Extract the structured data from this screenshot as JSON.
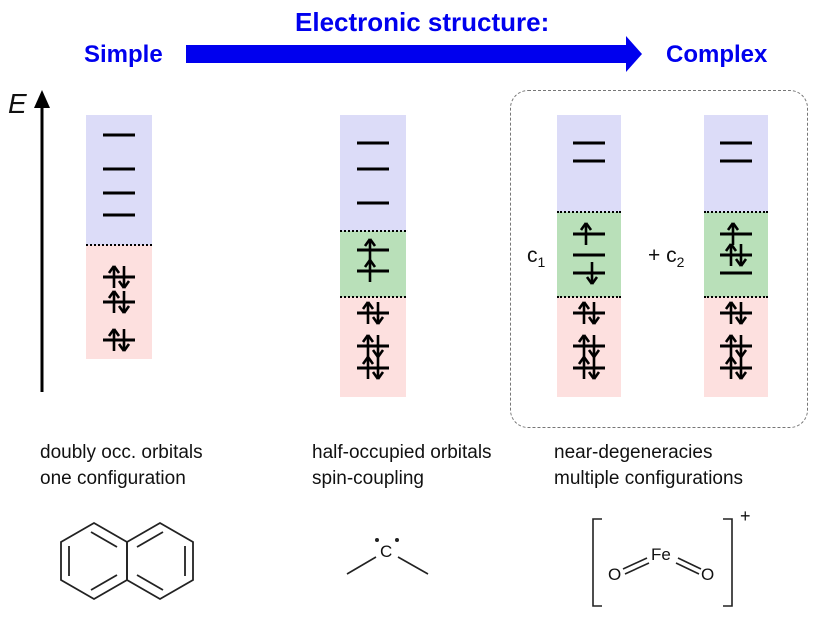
{
  "header": {
    "title": "Electronic structure:",
    "left_label": "Simple",
    "right_label": "Complex",
    "arrow_color": "#0000ee"
  },
  "axis": {
    "label": "E"
  },
  "panels": [
    {
      "caption_line1": "doubly occ. orbitals",
      "caption_line2": "one configuration",
      "molecule": "naphthalene"
    },
    {
      "caption_line1": "half-occupied orbitals",
      "caption_line2": "spin-coupling",
      "molecule": "carbene",
      "atom": "C"
    },
    {
      "caption_line1": "near-degeneracies",
      "caption_line2": "multiple configurations",
      "molecule": "iron-dioxo-cation",
      "coef1_prefix": "c",
      "coef1_sub": "1",
      "coef2_prefix": "+ c",
      "coef2_sub": "2",
      "atom_left": "O",
      "atom_center": "Fe",
      "atom_right": "O",
      "charge": "+"
    }
  ],
  "colors": {
    "virtual": "#dcdcf8",
    "active": "#b9e0b9",
    "occupied": "#fde0df"
  }
}
